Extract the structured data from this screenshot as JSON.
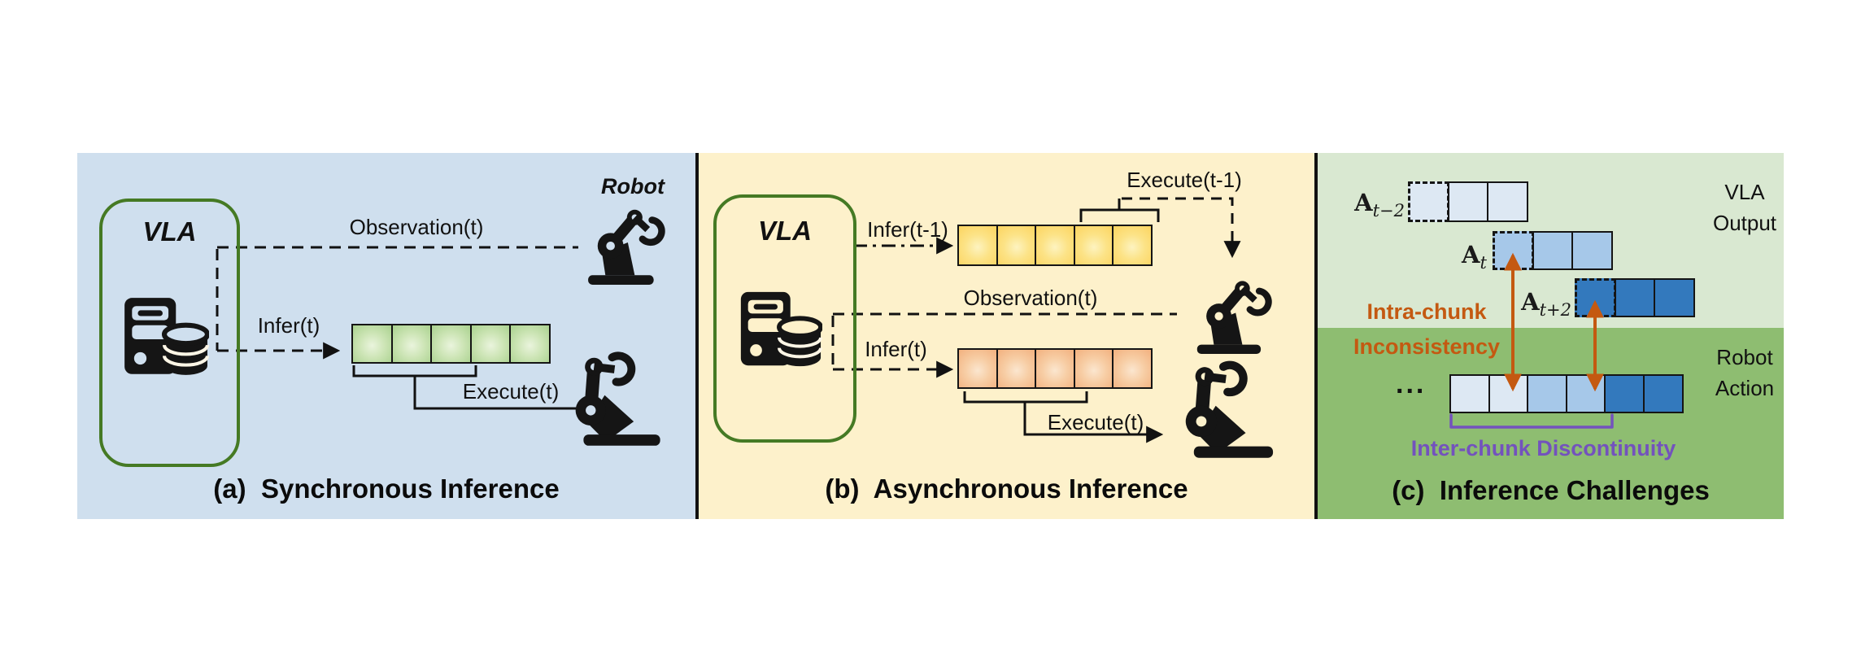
{
  "colors": {
    "panel_a_bg": "#cfdfee",
    "panel_b_bg": "#fdf1cb",
    "panel_c_bg_top": "#d9e8d1",
    "panel_c_bg_bottom": "#8ebd71",
    "vla_box_border_green": "#457a24",
    "chunk_green": "#a9d18e",
    "chunk_yellow": "#fbd45f",
    "chunk_orange": "#f2b07e",
    "chunk_blue_light": "#dde8f3",
    "chunk_blue_medium": "#a6c8e9",
    "chunk_blue_dark": "#3379bd",
    "accent_orange": "#c45911",
    "accent_purple": "#7352bd",
    "line_black": "#111111"
  },
  "panel_a": {
    "caption": "(a)  Synchronous Inference",
    "vla_label": "VLA",
    "robot_label": "Robot",
    "observation_label": "Observation(t)",
    "infer_label": "Infer(t)",
    "execute_label": "Execute(t)",
    "action_chunk": {
      "square_count": 5,
      "color_name": "green",
      "executed_squares": 3
    }
  },
  "panel_b": {
    "caption": "(b)  Asynchronous Inference",
    "vla_label": "VLA",
    "infer_prev_label": "Infer(t-1)",
    "execute_prev_label": "Execute(t-1)",
    "observation_label": "Observation(t)",
    "infer_label": "Infer(t)",
    "execute_label": "Execute(t)",
    "prev_chunk": {
      "square_count": 5,
      "color_name": "yellow",
      "executed_squares": 2
    },
    "curr_chunk": {
      "square_count": 5,
      "color_name": "orange",
      "executed_squares": 3
    }
  },
  "panel_c": {
    "caption": "(c)  Inference Challenges",
    "vla_output_label": {
      "line1": "VLA",
      "line2": "Output"
    },
    "robot_action_label": {
      "line1": "Robot",
      "line2": "Action"
    },
    "intra_label": {
      "line1": "Intra-chunk",
      "line2": "Inconsistency"
    },
    "inter_label": "Inter-chunk Discontinuity",
    "ellipsis": "...",
    "chunk_labels": {
      "t_minus_2": {
        "base": "A",
        "sub": "t−2"
      },
      "t": {
        "base": "A",
        "sub": "t"
      },
      "t_plus_2": {
        "base": "A",
        "sub": "t+2"
      }
    },
    "vla_chunks": [
      {
        "square_count": 3,
        "color_name": "blue-light",
        "first_square_dashed": true
      },
      {
        "square_count": 3,
        "color_name": "blue-medium",
        "first_square_dashed": true
      },
      {
        "square_count": 3,
        "color_name": "blue-dark",
        "first_square_dashed": true
      }
    ],
    "robot_action_row": {
      "square_count": 6,
      "square_colors": [
        "blue-light",
        "blue-light",
        "blue-medium",
        "blue-medium",
        "blue-dark",
        "blue-dark"
      ]
    }
  }
}
